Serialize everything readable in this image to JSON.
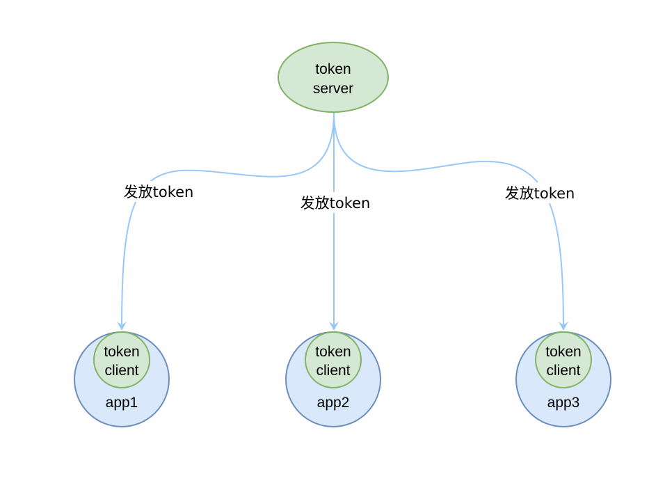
{
  "colors": {
    "server_fill": "#d5e8d4",
    "server_stroke": "#82b366",
    "app_fill": "#dae8fc",
    "app_stroke": "#6c8ebf",
    "edge": "#99c7f7"
  },
  "server": {
    "line1": "token",
    "line2": "server"
  },
  "apps": [
    {
      "name": "app1",
      "client_line1": "token",
      "client_line2": "client"
    },
    {
      "name": "app2",
      "client_line1": "token",
      "client_line2": "client"
    },
    {
      "name": "app3",
      "client_line1": "token",
      "client_line2": "client"
    }
  ],
  "edges": [
    {
      "label": "发放token"
    },
    {
      "label": "发放token"
    },
    {
      "label": "发放token"
    }
  ]
}
